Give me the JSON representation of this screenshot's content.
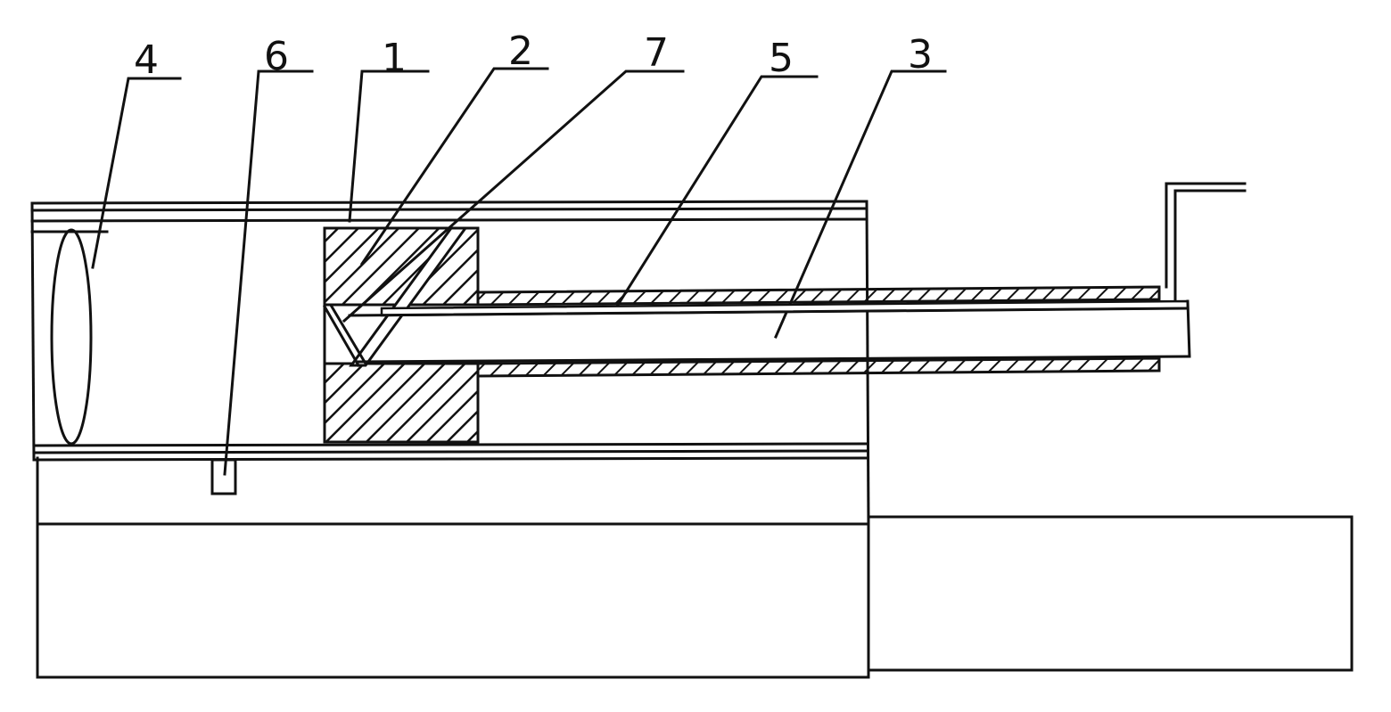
{
  "figure": {
    "labels": [
      {
        "id": "label-4",
        "text": "4"
      },
      {
        "id": "label-6",
        "text": "6"
      },
      {
        "id": "label-1",
        "text": "1"
      },
      {
        "id": "label-2",
        "text": "2"
      },
      {
        "id": "label-7",
        "text": "7"
      },
      {
        "id": "label-5",
        "text": "5"
      },
      {
        "id": "label-3",
        "text": "3"
      }
    ],
    "colors": {
      "ink": "#111111",
      "background": "#ffffff"
    }
  }
}
